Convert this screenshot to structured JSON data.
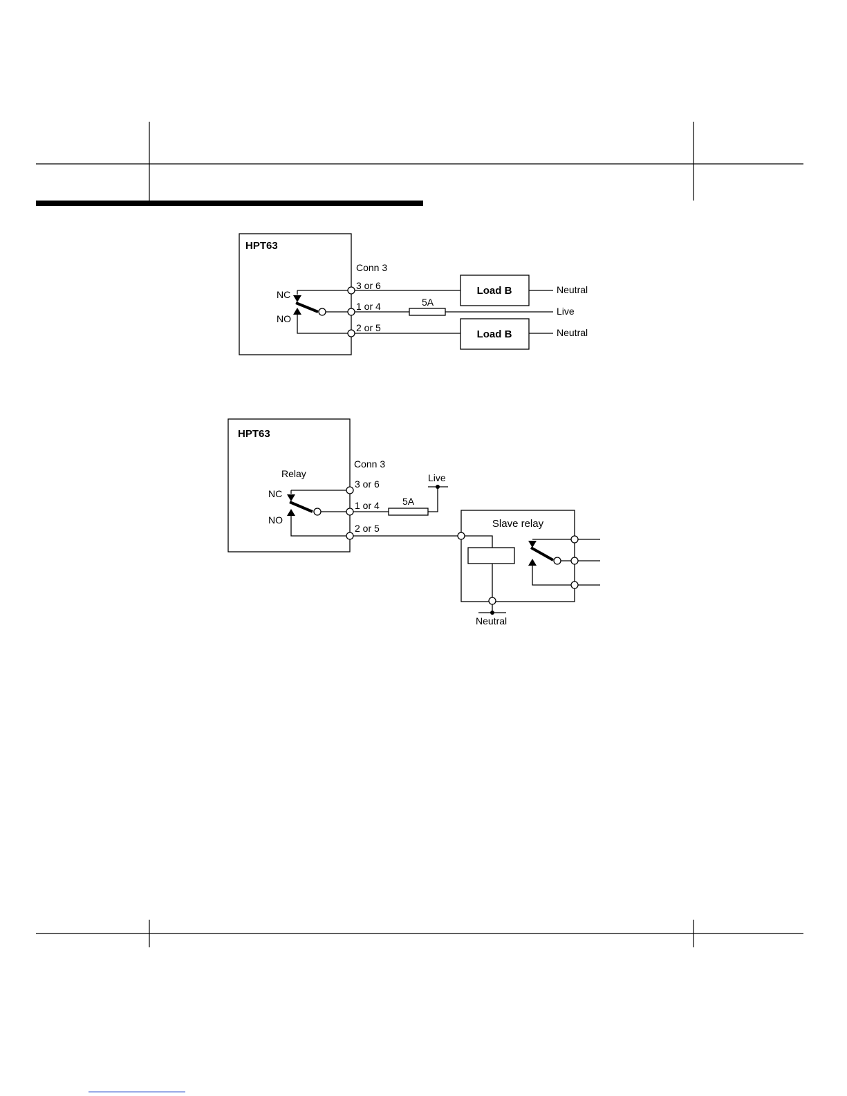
{
  "diagram1": {
    "device": "HPT63",
    "connector": "Conn 3",
    "nc": "NC",
    "no": "NO",
    "pin_top": "3 or 6",
    "pin_mid": "1 or 4",
    "pin_bot": "2 or 5",
    "fuse": "5A",
    "load_top": "Load B",
    "load_bot": "Load B",
    "neutral_top": "Neutral",
    "live": "Live",
    "neutral_bot": "Neutral"
  },
  "diagram2": {
    "device": "HPT63",
    "connector": "Conn 3",
    "relay": "Relay",
    "nc": "NC",
    "no": "NO",
    "pin_top": "3 or 6",
    "pin_mid": "1 or 4",
    "pin_bot": "2 or 5",
    "fuse": "5A",
    "live": "Live",
    "slave": "Slave relay",
    "neutral": "Neutral"
  }
}
